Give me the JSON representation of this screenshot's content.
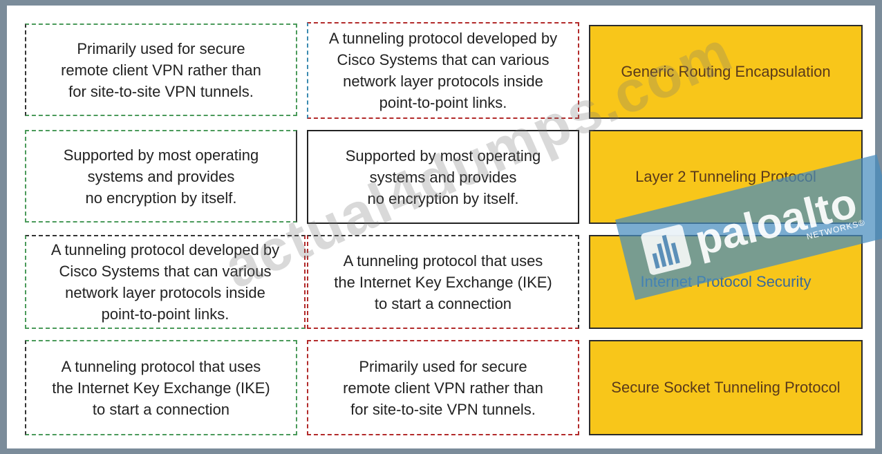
{
  "left_column": [
    "Primarily used for secure\nremote client VPN rather than\nfor site-to-site VPN tunnels.",
    "Supported by most operating\nsystems and provides\nno encryption by itself.",
    "A tunneling protocol developed by\nCisco Systems that can various\nnetwork layer protocols inside\npoint-to-point links.",
    "A tunneling protocol that uses\nthe Internet Key Exchange (IKE)\nto start a connection"
  ],
  "middle_column": [
    "A tunneling protocol developed by\nCisco Systems that can various\nnetwork layer protocols inside\npoint-to-point links.",
    "Supported by most operating\nsystems and provides\nno encryption by itself.",
    "A tunneling protocol that uses\nthe Internet Key Exchange (IKE)\nto start a connection",
    "Primarily used for secure\nremote client VPN rather than\nfor site-to-site VPN tunnels."
  ],
  "targets": [
    "Generic Routing Encapsulation",
    "Layer 2 Tunneling Protocol",
    "Internet Protocol Security",
    "Secure Socket Tunneling Protocol"
  ],
  "watermark": "actual4dumps.com",
  "logo": {
    "name": "paloalto",
    "sub": "NETWORKS®"
  },
  "colors": {
    "target_bg": "#f8c61a",
    "frame_bg": "#7b8c9a",
    "green_dash": "#4a9a5a",
    "red_dash": "#b22a2a"
  }
}
